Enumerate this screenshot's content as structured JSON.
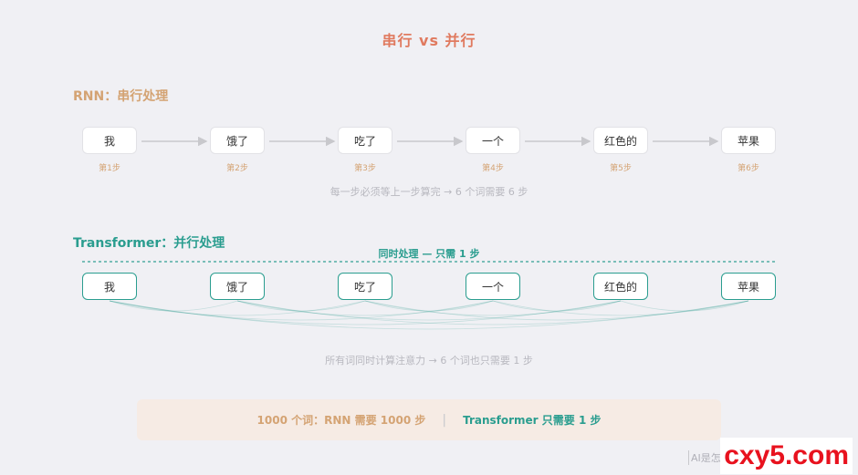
{
  "title": "串行 vs 并行",
  "rnn": {
    "heading": "RNN：串行处理",
    "words": [
      "我",
      "饿了",
      "吃了",
      "一个",
      "红色的",
      "苹果"
    ],
    "steps": [
      "第1步",
      "第2步",
      "第3步",
      "第4步",
      "第5步",
      "第6步"
    ],
    "note": "每一步必须等上一步算完 → 6 个词需要 6 步"
  },
  "transformer": {
    "heading": "Transformer：并行处理",
    "sync_label": "同时处理 — 只需 1 步",
    "words": [
      "我",
      "饿了",
      "吃了",
      "一个",
      "红色的",
      "苹果"
    ],
    "note": "所有词同时计算注意力 → 6 个词也只需要 1 步"
  },
  "bottom": {
    "rnn_text": "1000 个词：RNN 需要 1000 步",
    "separator": "|",
    "tf_text": "Transformer 只需要 1 步"
  },
  "watermark": {
    "text": "AI是怎么回事",
    "logo": "cxy5.com"
  },
  "colors": {
    "title": "#e07a5f",
    "rnn_accent": "#d4a373",
    "transformer_accent": "#2a9d8f",
    "background": "#f0f0f4"
  }
}
